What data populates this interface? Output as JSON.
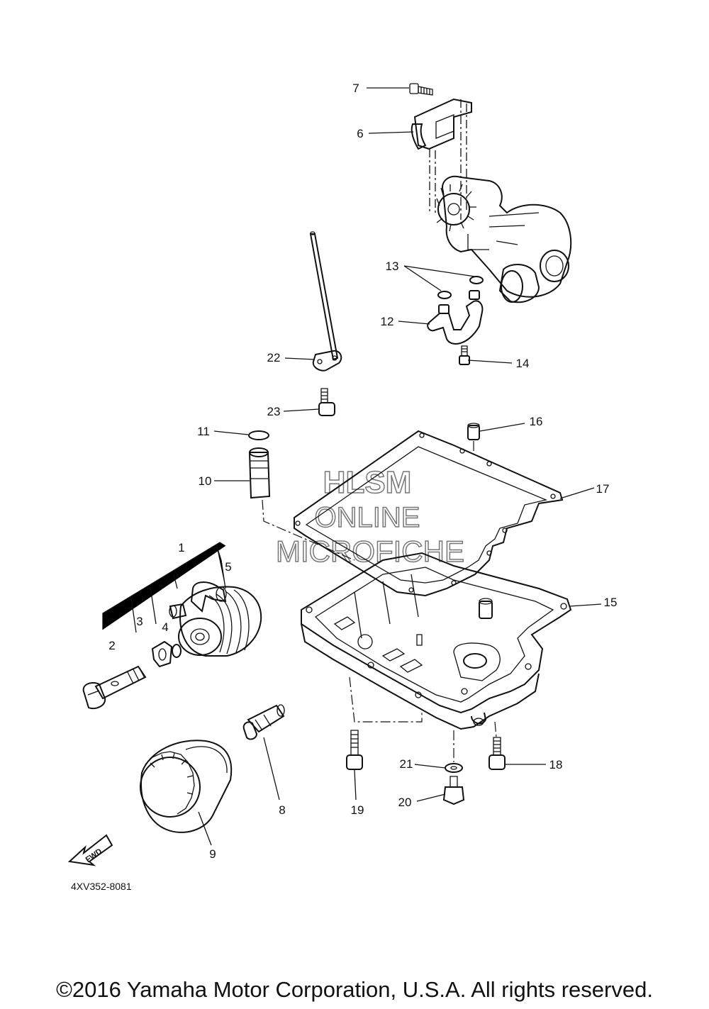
{
  "diagram_code": "4XV352-8081",
  "watermark": [
    "HLSM",
    "ONLINE",
    "MICROFICHE"
  ],
  "fwd_label": "FWD",
  "copyright": "©2016 Yamaha Motor Corporation, U.S.A. All rights reserved.",
  "callouts": {
    "c1": "1",
    "c2": "2",
    "c3": "3",
    "c4": "4",
    "c5": "5",
    "c6": "6",
    "c7": "7",
    "c8": "8",
    "c9": "9",
    "c10": "10",
    "c11": "11",
    "c12": "12",
    "c13": "13",
    "c14": "14",
    "c15": "15",
    "c16": "16",
    "c17": "17",
    "c18": "18",
    "c19": "19",
    "c20": "20",
    "c21": "21",
    "c22": "22",
    "c23": "23"
  }
}
